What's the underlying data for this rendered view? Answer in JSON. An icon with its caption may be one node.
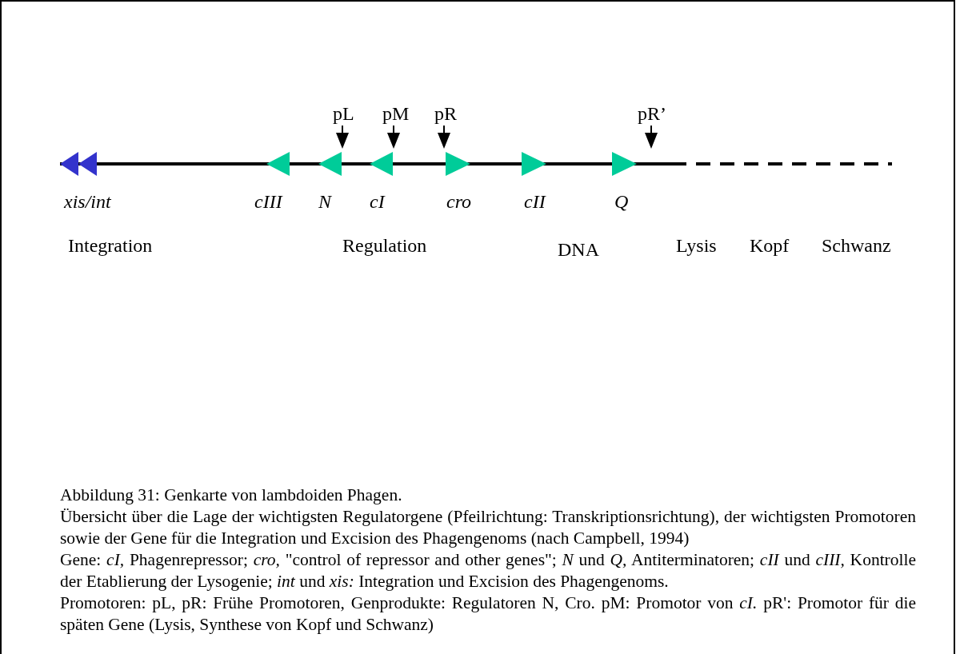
{
  "diagram": {
    "caption": "Abbildung 31: Genkarte von lambdoiden Phagen.",
    "labels": [
      "pL",
      "pM",
      "pR",
      "pR’",
      "xis/int",
      "cIII",
      "N",
      "cI",
      "cro",
      "cII",
      "Q",
      "Integration",
      "Regulation",
      "DNA",
      "Lysis",
      "Kopf",
      "Schwanz",
      "Übersicht über die Lage der wichtigsten Regulatorgene (Pfeilrichtung: Transkriptionsrichtung), der wichtigsten Promotoren sowie der Gene für die Integration und Excision des Phagengenoms (nach Campbell, 1994)",
      "Gene: *cI,* Phagenrepressor; *cro,* \"control of repressor and other genes\"; *N* und *Q,* Antiterminatoren; *cII* und *cIII,* Kontrolle der Etablierung der Lysogenie; *int* und *xis:* Integration und Excision des Phagengenoms.",
      "Promotoren: pL, pR: Frühe Promotoren, Genprodukte: Regulatoren N, Cro. pM: Promotor von *cI.* pR': Promotor für die späten Gene (Lysis, Synthese von Kopf und Schwanz)"
    ]
  }
}
